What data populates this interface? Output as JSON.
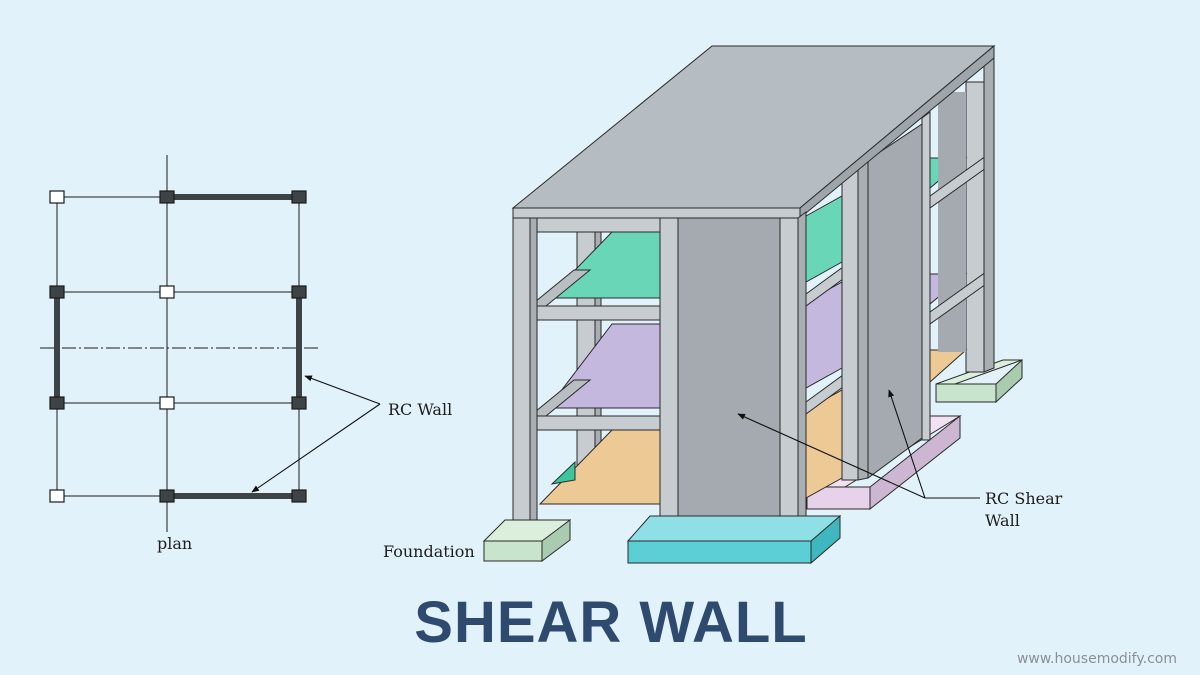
{
  "plan": {
    "label": "plan",
    "rc_wall_label": "RC Wall"
  },
  "building": {
    "shear_wall_label": [
      "RC Shear",
      "Wall"
    ],
    "foundation_label": "Foundation"
  },
  "title": "SHEAR WALL",
  "credit": "www.housemodify.com",
  "colors": {
    "background": "#e2f2fb",
    "title": "#2e4a6e",
    "roof": "#b5bcc2",
    "frame": "#c7ccd0",
    "shear_wall": "#a4aaaf",
    "floor_top": "#6ad6b8",
    "floor_middle": "#c5b8de",
    "floor_bottom": "#edc996",
    "footing_left": "#c8e4cc",
    "footing_center": "#5ccfd6",
    "footing_right": "#e6d3ea"
  }
}
